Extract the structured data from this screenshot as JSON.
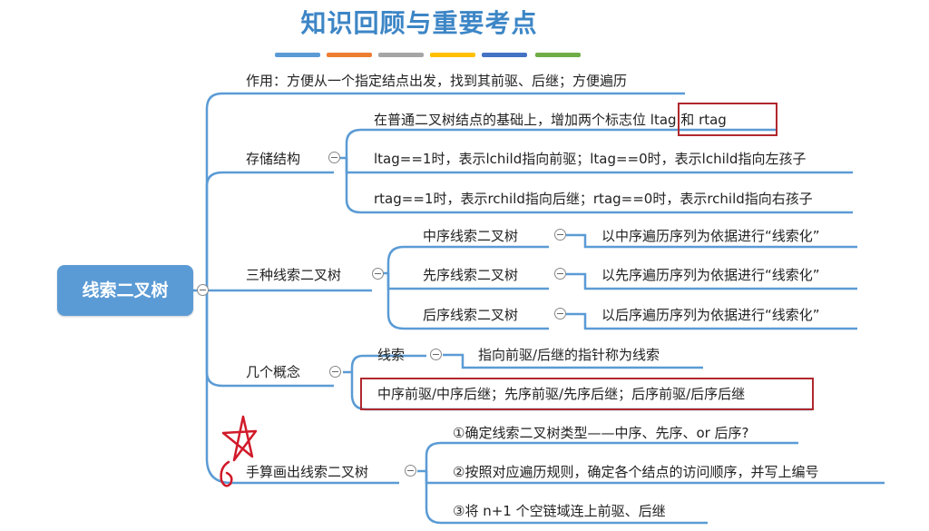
{
  "title": "知识回顾与重要考点",
  "title_bar_colors": [
    "#5b9bd5",
    "#ed7d31",
    "#a5a5a5",
    "#ffc000",
    "#4472c4",
    "#70ad47"
  ],
  "root": {
    "label": "线索二叉树",
    "color": "#5b9bd5"
  },
  "branches": {
    "zuoyong": {
      "text": "作用：方便从一个指定结点出发，找到其前驱、后继；方便遍历"
    },
    "cunchu": {
      "label": "存储结构",
      "items": [
        "在普通二叉树结点的基础上，增加两个标志位 ltag 和 rtag",
        "ltag==1时，表示lchild指向前驱；ltag==0时，表示lchild指向左孩子",
        "rtag==1时，表示rchild指向后继；rtag==0时，表示rchild指向右孩子"
      ]
    },
    "sanzhong": {
      "label": "三种线索二叉树",
      "items": [
        {
          "name": "中序线索二叉树",
          "desc": "以中序遍历序列为依据进行“线索化”"
        },
        {
          "name": "先序线索二叉树",
          "desc": "以先序遍历序列为依据进行“线索化”"
        },
        {
          "name": "后序线索二叉树",
          "desc": "以后序遍历序列为依据进行“线索化”"
        }
      ]
    },
    "gainian": {
      "label": "几个概念",
      "xiansuo_label": "线索",
      "xiansuo_desc": "指向前驱/后继的指针称为线索",
      "item2": "中序前驱/中序后继；先序前驱/先序后继；后序前驱/后序后继"
    },
    "shousuan": {
      "label": "手算画出线索二叉树",
      "steps": [
        "①确定线索二叉树类型——中序、先序、or 后序?",
        "②按照对应遍历规则，确定各个结点的访问顺序，并写上编号",
        "③将 n+1 个空链域连上前驱、后继"
      ]
    }
  },
  "line_color": "#5b9bd5",
  "highlight_color": "#b0282e",
  "annotation_color": "#d11a2a"
}
